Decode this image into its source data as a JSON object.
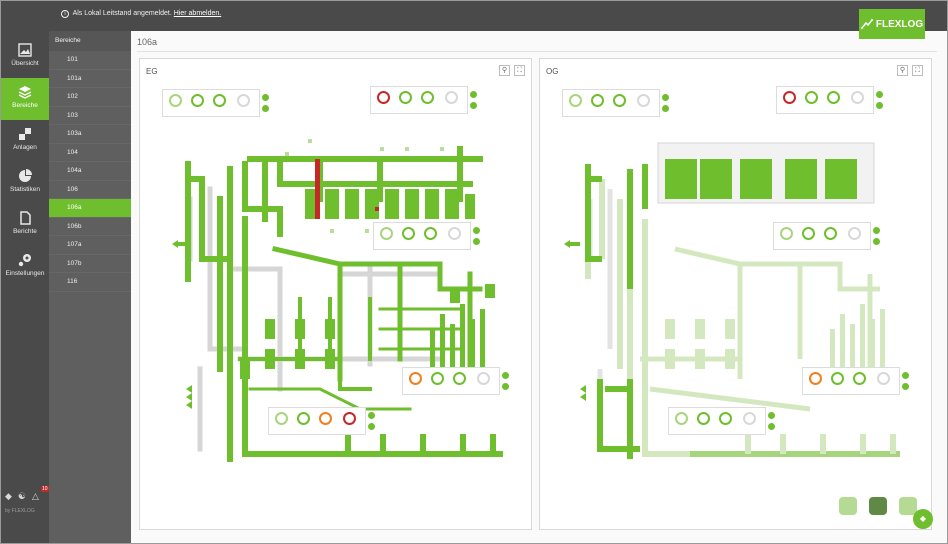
{
  "topbar": {
    "notice_text": "Als Lokal Leitstand angemeldet.",
    "logout_link": "Hier abmelden."
  },
  "logo": {
    "text": "FLEXLOG"
  },
  "nav": {
    "items": [
      {
        "label": "Übersicht",
        "icon": "image-icon"
      },
      {
        "label": "Bereiche",
        "icon": "layers-icon",
        "active": true
      },
      {
        "label": "Anlagen",
        "icon": "grid-icon"
      },
      {
        "label": "Statistiken",
        "icon": "pie-chart-icon"
      },
      {
        "label": "Berichte",
        "icon": "document-icon"
      },
      {
        "label": "Einstellungen",
        "icon": "settings-icon"
      }
    ],
    "footer_brand": "by FLEXLOG",
    "alarm_count": "10"
  },
  "areas": {
    "header": "Bereiche",
    "items": [
      "101",
      "101a",
      "102",
      "103",
      "103a",
      "104",
      "104a",
      "106",
      "106a",
      "106b",
      "107a",
      "107b",
      "116"
    ],
    "selected": "106a"
  },
  "main": {
    "title": "106a",
    "panels": [
      {
        "label": "EG"
      },
      {
        "label": "OG"
      }
    ]
  },
  "colors": {
    "accent": "#6fbe2d",
    "conveyor_light": "#d4e8c0",
    "fault": "#c62828",
    "warning": "#f07f1f",
    "sidebar": "#4a4a4a"
  }
}
